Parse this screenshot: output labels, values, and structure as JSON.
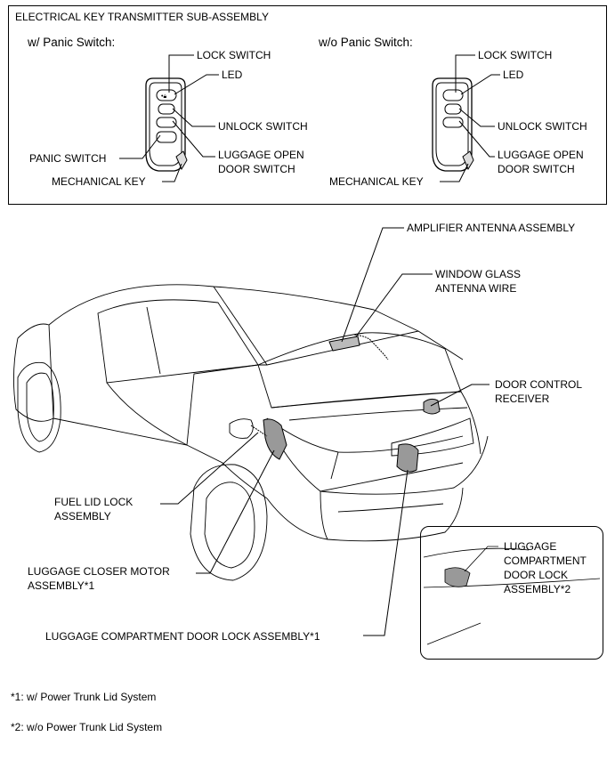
{
  "transmitter": {
    "title": "ELECTRICAL KEY TRANSMITTER SUB-ASSEMBLY",
    "with_panic": {
      "heading": "w/ Panic Switch:",
      "lock": "LOCK SWITCH",
      "led": "LED",
      "unlock": "UNLOCK SWITCH",
      "luggage1": "LUGGAGE OPEN",
      "luggage2": "DOOR SWITCH",
      "panic": "PANIC SWITCH",
      "mech": "MECHANICAL KEY"
    },
    "without_panic": {
      "heading": "w/o Panic Switch:",
      "lock": "LOCK SWITCH",
      "led": "LED",
      "unlock": "UNLOCK SWITCH",
      "luggage1": "LUGGAGE OPEN",
      "luggage2": "DOOR SWITCH",
      "mech": "MECHANICAL KEY"
    }
  },
  "vehicle": {
    "amplifier": "AMPLIFIER ANTENNA ASSEMBLY",
    "window1": "WINDOW GLASS",
    "window2": "ANTENNA WIRE",
    "door1": "DOOR CONTROL",
    "door2": "RECEIVER",
    "fuel1": "FUEL LID LOCK",
    "fuel2": "ASSEMBLY",
    "closer1": "LUGGAGE CLOSER MOTOR",
    "closer2": "ASSEMBLY*1",
    "trunklock": "LUGGAGE COMPARTMENT DOOR LOCK ASSEMBLY*1",
    "inset1": "LUGGAGE",
    "inset2": "COMPARTMENT",
    "inset3": "DOOR LOCK",
    "inset4": "ASSEMBLY*2"
  },
  "footnotes": {
    "note1": "*1: w/ Power Trunk Lid System",
    "note2": "*2: w/o Power Trunk Lid System"
  }
}
